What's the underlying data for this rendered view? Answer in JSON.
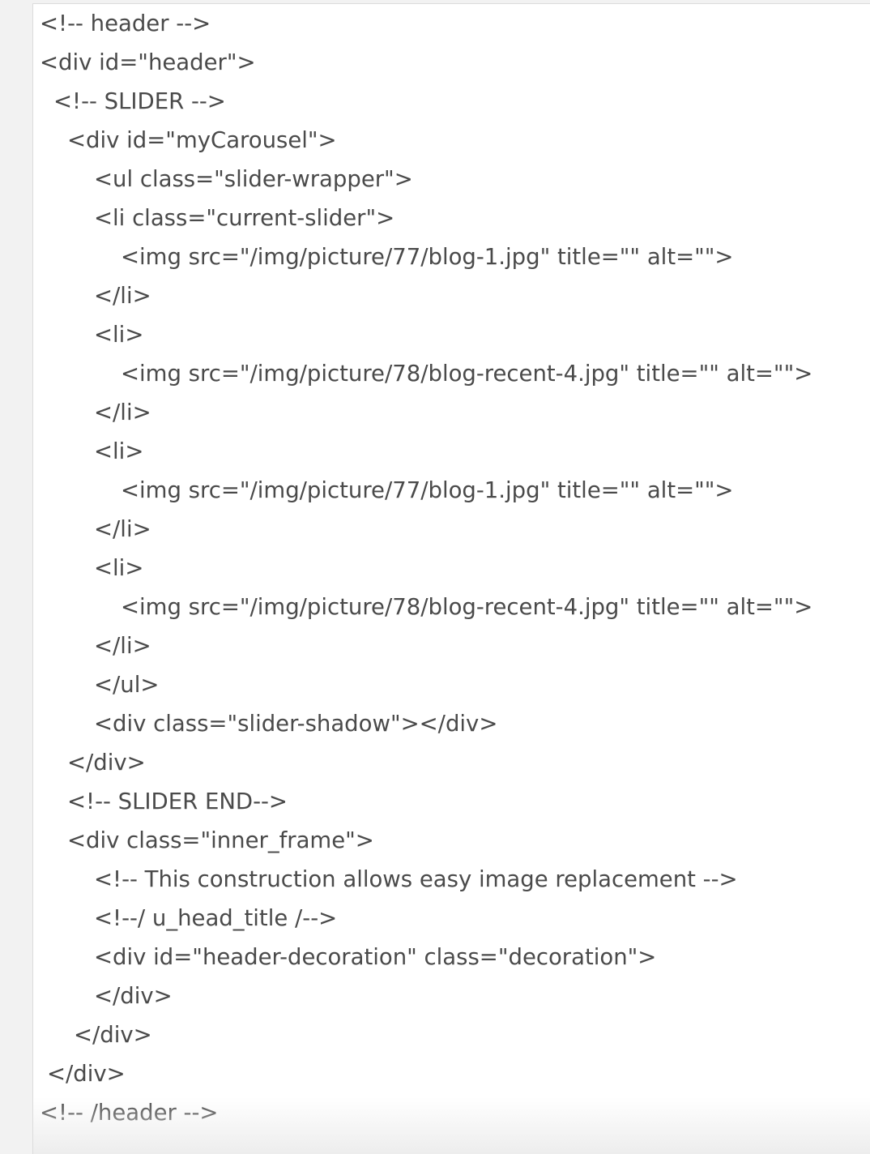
{
  "code_lines": [
    "<!-- header -->",
    "<div id=\"header\">",
    "<!-- SLIDER -->",
    "<div id=\"myCarousel\">",
    "<ul class=\"slider-wrapper\">",
    "<li class=\"current-slider\">",
    "<img src=\"/img/picture/77/blog-1.jpg\" title=\"\" alt=\"\">",
    "</li>",
    "<li>",
    "<img src=\"/img/picture/78/blog-recent-4.jpg\" title=\"\" alt=\"\">",
    "</li>",
    "<li>",
    "<img src=\"/img/picture/77/blog-1.jpg\" title=\"\" alt=\"\">",
    "</li>",
    "<li>",
    "<img src=\"/img/picture/78/blog-recent-4.jpg\" title=\"\" alt=\"\">",
    "</li>",
    "</ul>",
    "<div class=\"slider-shadow\"></div>",
    "</div>",
    "<!-- SLIDER END-->",
    "<div class=\"inner_frame\">",
    "<!-- This construction allows easy image replacement -->",
    "<!--/ u_head_title /-->",
    "<div id=\"header-decoration\" class=\"decoration\">",
    "</div>",
    "</div>",
    "</div>",
    "<!-- /header -->"
  ]
}
